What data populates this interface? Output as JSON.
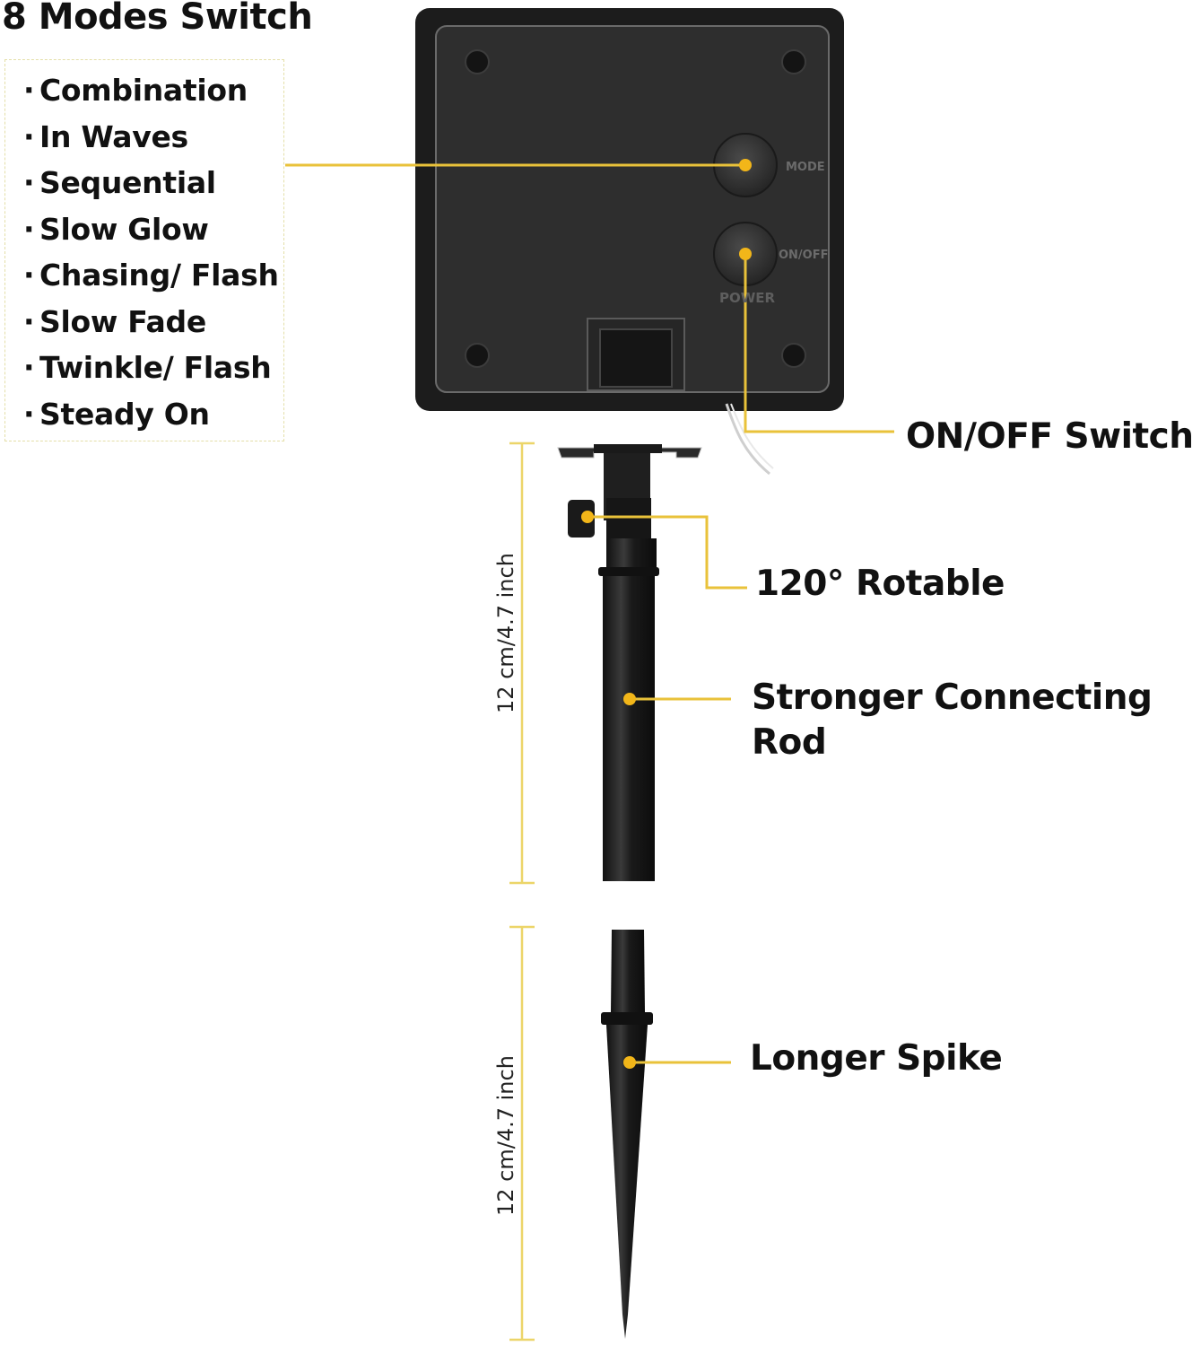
{
  "title": "8 Modes Switch",
  "modes": [
    "Combination",
    "In Waves",
    "Sequential",
    "Slow Glow",
    "Chasing/ Flash",
    "Slow Fade",
    "Twinkle/ Flash",
    "Steady On"
  ],
  "bullet": "·",
  "box_labels": {
    "mode": "MODE",
    "onoff": "ON/OFF",
    "power": "POWER"
  },
  "callouts": {
    "onoff_switch": "ON/OFF Switch",
    "rotable": "120° Rotable",
    "rod_line1": "Stronger Connecting",
    "rod_line2": "Rod",
    "spike": "Longer Spike"
  },
  "dimensions": {
    "rod": "12 cm/4.7 inch",
    "spike": "12 cm/4.7 inch"
  },
  "colors": {
    "accent": "#f2b619",
    "callout_line": "#e9c23a",
    "dim_line": "#ecd569",
    "device": "#2b2b2b"
  }
}
